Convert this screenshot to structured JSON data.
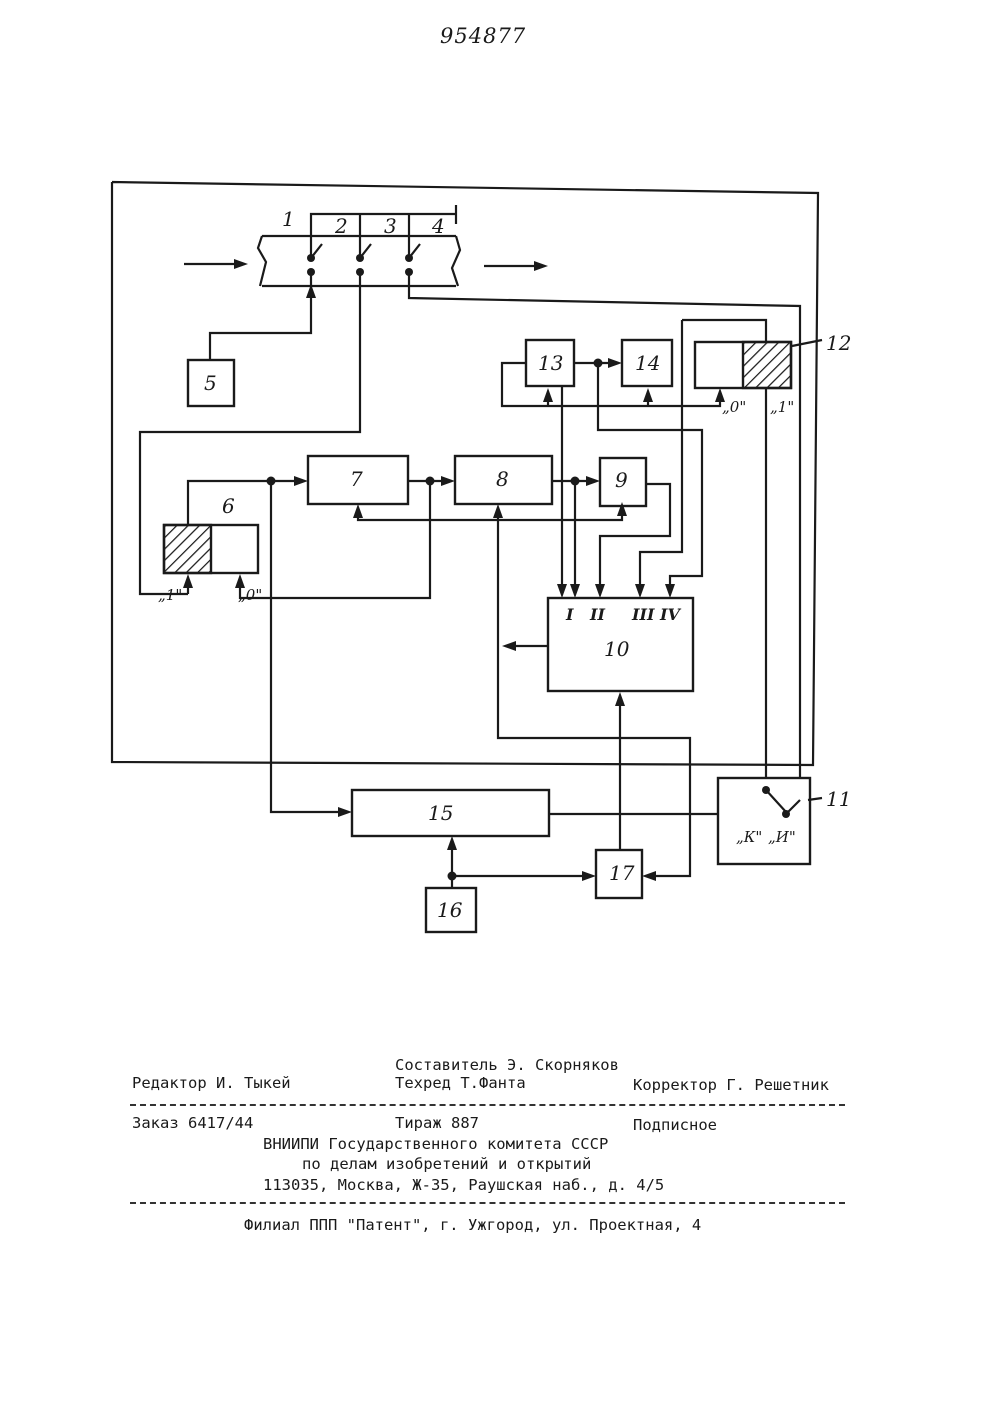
{
  "page_number": "954877",
  "diagram": {
    "labels": {
      "b1": "1",
      "b2": "2",
      "b3": "3",
      "b4": "4",
      "b5": "5",
      "b6": "6",
      "b7": "7",
      "b8": "8",
      "b9": "9",
      "b10": "10",
      "b11": "11",
      "b12": "12",
      "b13": "13",
      "b14": "14",
      "b15": "15",
      "b16": "16",
      "b17": "17"
    },
    "inputs_10": [
      "I",
      "II",
      "III",
      "IV"
    ],
    "switch6": {
      "one": "„1\"",
      "zero": "„0\""
    },
    "switch12": {
      "zero": "„0\"",
      "one": "„1\""
    },
    "switch11": {
      "k": "„К\"",
      "i": "„И\""
    }
  },
  "imprint": {
    "compiler": "Составитель Э. Скорняков",
    "editor": "Редактор И. Тыкей",
    "techred": "Техред Т.Фанта",
    "corrector": "Корректор Г. Решетник",
    "order": "Заказ  6417/44",
    "circulation": "Тираж 887",
    "subscription": "Подписное",
    "org1": "ВНИИПИ Государственного комитета СССР",
    "org2": "по делам изобретений и открытий",
    "address": "113035, Москва, Ж-35, Раушская наб., д. 4/5",
    "branch": "Филиал ППП \"Патент\", г. Ужгород, ул. Проектная, 4"
  }
}
